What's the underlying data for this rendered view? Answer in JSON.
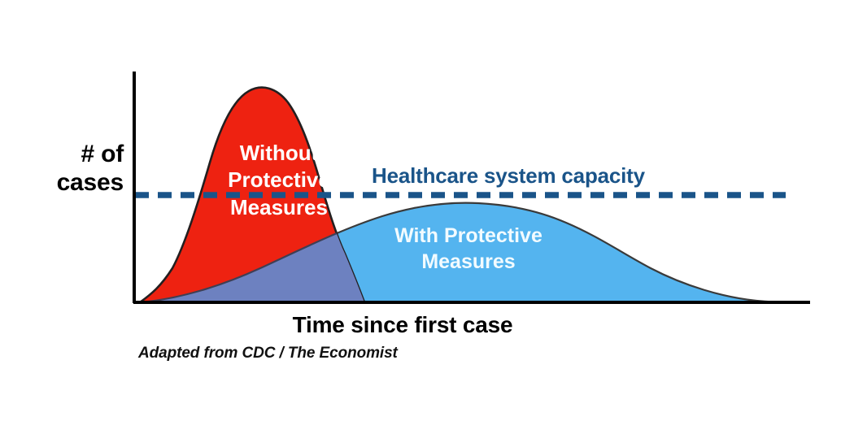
{
  "figure": {
    "background_color": "#ffffff",
    "axis_color": "#000000"
  },
  "axes": {
    "ylabel": "# of\ncases",
    "xlabel": "Time since first case",
    "credit": "Adapted from CDC / The Economist"
  },
  "annotations": {
    "without_label": "Without\nProtective\nMeasures",
    "with_label": "With Protective\nMeasures",
    "capacity_label": "Healthcare system capacity"
  },
  "colors": {
    "without_fill": "#ee2211",
    "with_fill": "#54b4ef",
    "overlap_fill": "#6d81c0",
    "capacity_line": "#1a5489",
    "capacity_text": "#1a5489",
    "curve_outline": "#231f20",
    "without_text": "#ffffff",
    "with_text": "#f2fbff",
    "axis_text": "#000000"
  },
  "chart_data": {
    "type": "area",
    "title": "",
    "subtitle": "",
    "xlabel": "Time since first case",
    "ylabel": "# of cases",
    "grid": false,
    "legend": "inline-annotations",
    "xlim": [
      0,
      100
    ],
    "ylim": [
      0,
      100
    ],
    "axis_ticks": {
      "x": [],
      "y": []
    },
    "threshold": {
      "name": "Healthcare system capacity",
      "value": 46,
      "style": "dashed",
      "color": "#1a5489",
      "x_start": 0,
      "x_end": 99
    },
    "series": [
      {
        "name": "Without Protective Measures",
        "color": "#ee2211",
        "peak_x": 20,
        "peak_y": 99,
        "x": [
          0,
          2,
          4,
          6,
          8,
          10,
          12,
          14,
          16,
          18,
          20,
          22,
          24,
          26,
          28,
          30,
          32,
          34,
          36,
          40,
          45,
          50,
          55,
          60,
          65,
          70,
          75,
          80,
          85,
          90,
          95,
          100
        ],
        "y": [
          0,
          3,
          7,
          12,
          22,
          38,
          58,
          76,
          90,
          97,
          99,
          97,
          91,
          81,
          67,
          52,
          38,
          27,
          19,
          10,
          5,
          2,
          1,
          0,
          0,
          0,
          0,
          0,
          0,
          0,
          0,
          0
        ]
      },
      {
        "name": "With Protective Measures",
        "color": "#54b4ef",
        "peak_x": 46,
        "peak_y": 43,
        "x": [
          0,
          5,
          10,
          15,
          20,
          25,
          30,
          35,
          40,
          45,
          50,
          55,
          60,
          62,
          65,
          70,
          75,
          80,
          85,
          90,
          95,
          100
        ],
        "y": [
          0,
          2,
          5,
          9,
          14,
          21,
          29,
          36,
          41,
          43,
          43,
          42,
          40,
          38,
          34,
          27,
          20,
          13,
          8,
          4,
          1,
          0
        ]
      }
    ],
    "overlap_region": {
      "name": "overlap of both curves",
      "color": "#6d81c0",
      "description": "area where the two curves overlap is rendered in blended purple-blue"
    }
  }
}
